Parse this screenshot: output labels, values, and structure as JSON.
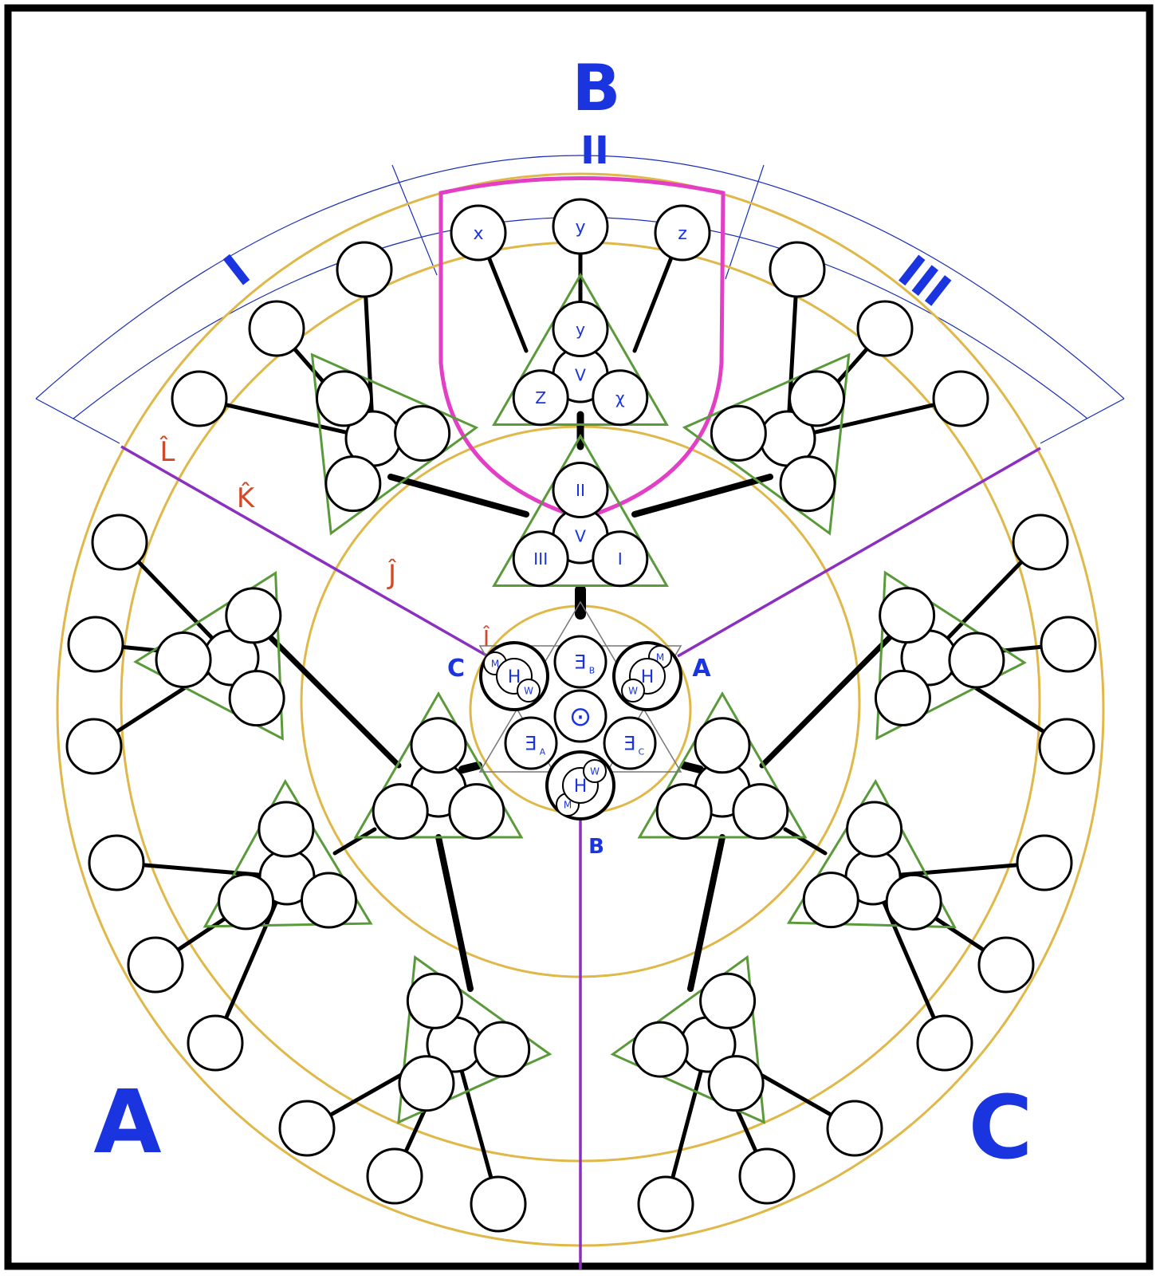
{
  "colors": {
    "frame": "#000000",
    "gold_ring": "#e0b84a",
    "sector_line": "#8a2fc0",
    "arc_outline": "#1a2fb8",
    "cap_outline": "#e23fc6",
    "triangle": "#5a9a3a",
    "label_blue": "#1a34e0",
    "label_red": "#d24a2a",
    "node_fill": "#ffffff",
    "node_stroke": "#000000"
  },
  "labels": {
    "region_b": "B",
    "region_a": "A",
    "region_c": "C",
    "sector_1": "I",
    "sector_2": "II",
    "sector_3": "III",
    "ring_l": "L̂",
    "ring_k": "K̂",
    "ring_j": "Ĵ",
    "ring_i": "Î",
    "core_a": "A",
    "core_b": "B",
    "core_c": "C"
  },
  "top_nodes": {
    "x": "x",
    "y": "y",
    "z": "z"
  },
  "mid_triangle": {
    "top": "y",
    "center": "V",
    "left": "Z",
    "right": "χ"
  },
  "inner_triangle": {
    "top": "II",
    "center": "V",
    "left": "III",
    "right": "I"
  },
  "core": {
    "center": "⊙",
    "top": "Ǝ",
    "top_sub": "B",
    "left": "Ǝ",
    "left_sub": "A",
    "right": "Ǝ",
    "right_sub": "C",
    "m": "M",
    "h": "H",
    "w": "W"
  }
}
